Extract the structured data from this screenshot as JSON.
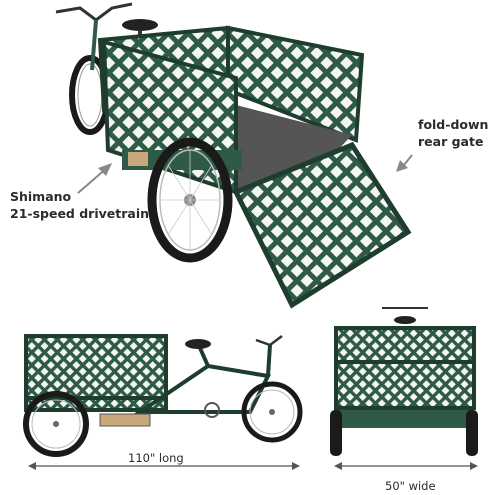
{
  "callouts": {
    "rear_gate": [
      "fold-down",
      "rear gate"
    ],
    "drivetrain": [
      "Shimano",
      "21-speed drivetrain"
    ]
  },
  "dimensions": {
    "length": "110\" long",
    "width": "50\" wide"
  },
  "colors": {
    "frame": "#2f5a45",
    "frame_dark": "#1f3d2f",
    "deck": "#555555",
    "tire": "#1a1a1a"
  }
}
